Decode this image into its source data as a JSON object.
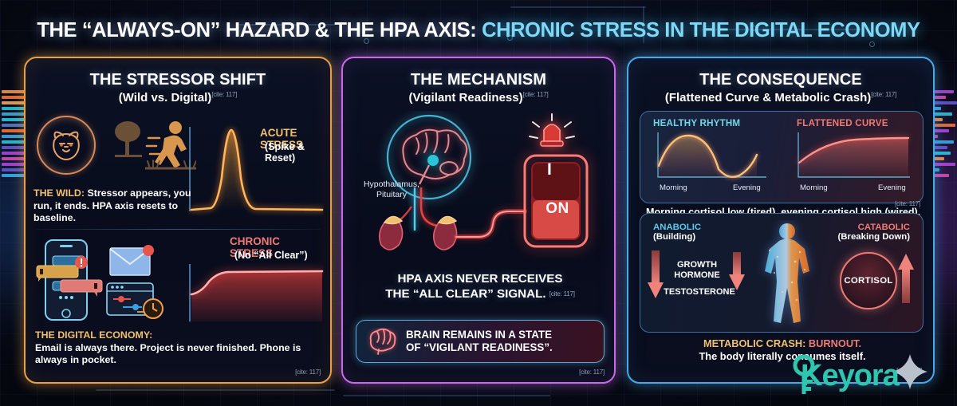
{
  "title": {
    "part_white": "THE “ALWAYS-ON” HAZARD & THE HPA AXIS:",
    "part_cyan": "CHRONIC STRESS IN THE DIGITAL ECONOMY"
  },
  "cite": "[cite: 117]",
  "colors": {
    "left_border": "#e8a04a",
    "mid_border": "#c86ae8",
    "right_border": "#4aa8e8",
    "accent_gold": "#f0c070",
    "accent_red": "#f07a74",
    "accent_cyan": "#7fd8f5",
    "logo_teal": "#2fc6b0"
  },
  "left_panel": {
    "title": "THE STRESSOR SHIFT",
    "subtitle": "(Wild vs. Digital)",
    "cite": "[cite: 117]",
    "wild_icons": [
      "tiger-head-icon",
      "tree-icon",
      "running-person-icon"
    ],
    "wild_text_key": "THE WILD:",
    "wild_text_body": " Stressor appears, you run, it ends. HPA axis resets to baseline.",
    "digital_icons": [
      "smartphone-notifications-icon",
      "envelope-badge-icon",
      "project-timeline-clock-icon"
    ],
    "digital_text_key": "THE DIGITAL ECONOMY:",
    "digital_text_body": "Email is always there. Project is never finished. Phone is always in pocket.",
    "footer_cite": "[cite: 117]",
    "acute": {
      "label": "ACUTE STRESS",
      "sublabel": "(Spike & Reset)"
    },
    "chronic": {
      "label": "CHRONIC STRESS",
      "sublabel": "(No “All Clear”)"
    }
  },
  "mid_panel": {
    "title": "THE MECHANISM",
    "subtitle": "(Vigilant Readiness)",
    "cite": "[cite: 117]",
    "anatomy_label": "Hypothalamus,\nPituitary",
    "anatomy_label_line1": "Hypothalamus,",
    "anatomy_label_line2": "Pituitary",
    "switch_on_label": "ON",
    "switch_bar_label": "I",
    "icons": [
      "brain-icon",
      "kidney-adrenal-icon",
      "alarm-beacon-icon",
      "toggle-switch-on-icon"
    ],
    "statement_line1": "HPA AXIS NEVER RECEIVES",
    "statement_line2": "THE “ALL CLEAR” SIGNAL.",
    "statement_cite": "[cite: 117]",
    "callout_line1": "BRAIN REMAINS IN A STATE",
    "callout_line2": "OF “VIGILANT READINESS”.",
    "footer_cite": "[cite: 117]"
  },
  "right_panel": {
    "title": "THE CONSEQUENCE",
    "subtitle": "(Flattened Curve & Metabolic Crash)",
    "cite": "[cite: 117]",
    "rhythm_card": {
      "healthy_label": "HEALTHY RHYTHM",
      "flattened_label": "FLATTENED CURVE",
      "x_start": "Morning",
      "x_end": "Evening",
      "caption": "Morning cortisol low (tired), evening cortisol high (wired).",
      "cite": "[cite: 117]"
    },
    "metabolic_card": {
      "anabolic_label": "ANABOLIC",
      "anabolic_sub": "(Building)",
      "catabolic_label": "CATABOLIC",
      "catabolic_sub": "(Breaking Down)",
      "hormone_1": "GROWTH\nHORMONE",
      "hormone_1_line1": "GROWTH",
      "hormone_1_line2": "HORMONE",
      "hormone_2": "TESTOSTERONE",
      "cortisol_label": "CORTISOL",
      "arrows": [
        "arrow-down-icon",
        "arrow-down-icon",
        "arrow-up-icon"
      ],
      "body_icon": "human-body-silhouette-icon"
    },
    "crash_key": "METABOLIC CRASH:",
    "crash_value": " BURNOUT.",
    "crash_body": "The body literally consumes itself.",
    "footer_cite": "[cite: 117]"
  },
  "logo": {
    "name": "Keyora",
    "icons": [
      "key-icon",
      "sparkle-star-icon"
    ]
  },
  "chart_data": [
    {
      "type": "line",
      "title": "ACUTE STRESS",
      "subtitle": "(Spike & Reset)",
      "xlabel": "",
      "ylabel": "",
      "x": [
        0,
        1,
        2,
        3,
        4,
        5,
        6,
        7,
        8,
        9,
        10
      ],
      "values": [
        2,
        2,
        4,
        35,
        95,
        40,
        8,
        3,
        2,
        2,
        2
      ],
      "ylim": [
        0,
        100
      ],
      "grid": false,
      "legend": "none",
      "color": "#f3a23c"
    },
    {
      "type": "line",
      "title": "CHRONIC STRESS",
      "subtitle": "(No \"All Clear\")",
      "xlabel": "",
      "ylabel": "",
      "x": [
        0,
        1,
        2,
        3,
        4,
        5,
        6,
        7,
        8,
        9,
        10
      ],
      "values": [
        40,
        42,
        55,
        72,
        78,
        79,
        79,
        79,
        79,
        79,
        79
      ],
      "ylim": [
        0,
        100
      ],
      "grid": false,
      "legend": "none",
      "color": "#e8413f"
    },
    {
      "type": "line",
      "title": "HEALTHY RHYTHM",
      "xlabel": "",
      "ylabel": "",
      "tick_labels": [
        "Morning",
        "Evening"
      ],
      "x": [
        0,
        1,
        2,
        3,
        4,
        5,
        6,
        7,
        8,
        9,
        10
      ],
      "values": [
        30,
        68,
        90,
        95,
        78,
        46,
        20,
        8,
        6,
        16,
        40
      ],
      "ylim": [
        0,
        100
      ],
      "grid": false,
      "legend": "none",
      "color": "#f0b65e"
    },
    {
      "type": "line",
      "title": "FLATTENED CURVE",
      "xlabel": "",
      "ylabel": "",
      "tick_labels": [
        "Morning",
        "Evening"
      ],
      "x": [
        0,
        1,
        2,
        3,
        4,
        5,
        6,
        7,
        8,
        9,
        10
      ],
      "values": [
        32,
        47,
        56,
        62,
        66,
        69,
        71,
        72,
        73,
        73,
        74
      ],
      "ylim": [
        0,
        100
      ],
      "grid": false,
      "legend": "none",
      "color": "#f0706a"
    }
  ]
}
